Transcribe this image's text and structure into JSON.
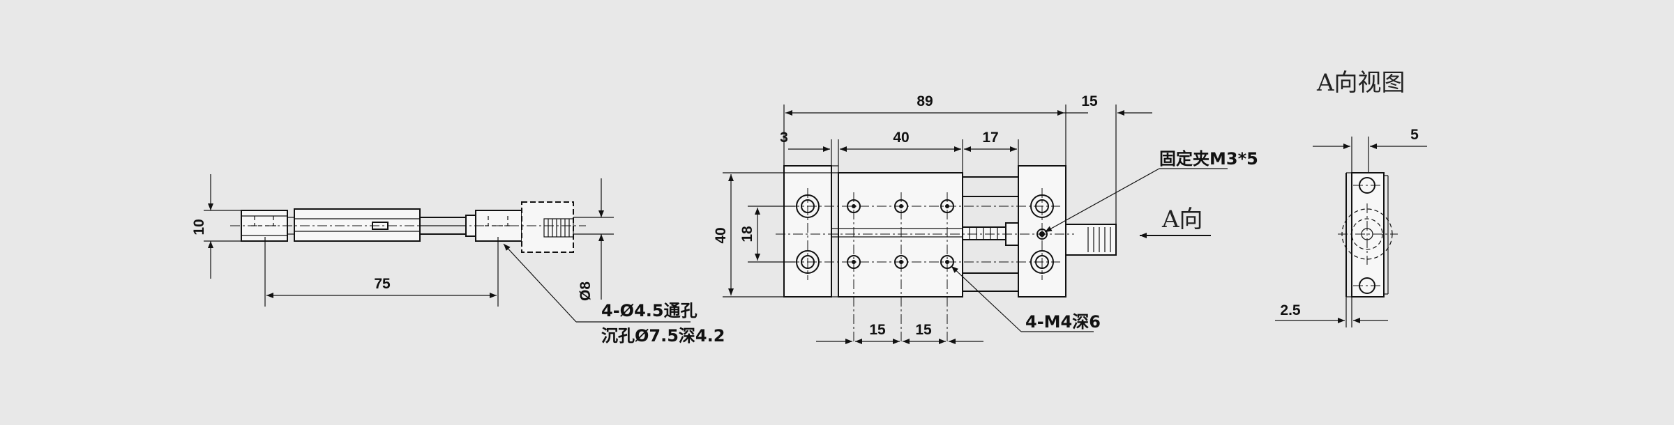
{
  "drawing": {
    "view_label": "A向视图",
    "direction_label": "A向",
    "left_view": {
      "dim_height": "10",
      "dim_length": "75",
      "dim_dia": "Ø8",
      "hole_note_line1": "4-Ø4.5通孔",
      "hole_note_line2": "沉孔Ø7.5深4.2"
    },
    "front_view": {
      "dim_total": "89",
      "dim_end": "15",
      "dim_3": "3",
      "dim_40_top": "40",
      "dim_17": "17",
      "dim_40_side": "40",
      "dim_18": "18",
      "dim_15_a": "15",
      "dim_15_b": "15",
      "fix_note": "固定夹M3*5",
      "tap_note": "4-M4深6"
    },
    "side_view": {
      "dim_5": "5",
      "dim_2_5": "2.5"
    }
  }
}
